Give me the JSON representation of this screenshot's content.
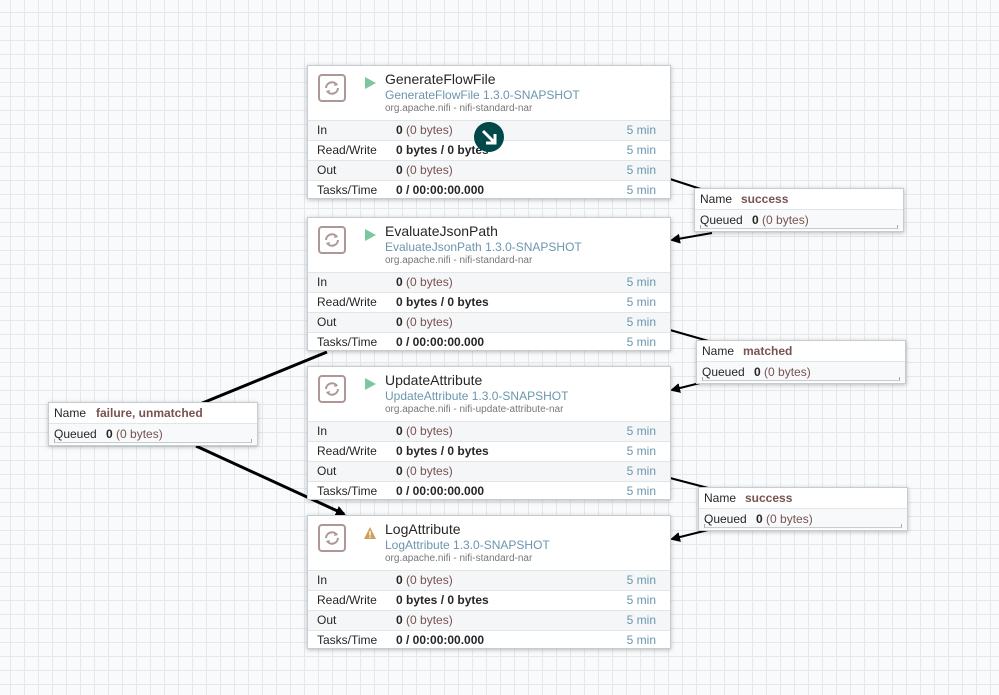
{
  "processors": [
    {
      "name": "GenerateFlowFile",
      "type": "GenerateFlowFile 1.3.0-SNAPSHOT",
      "bundle": "org.apache.nifi - nifi-standard-nar",
      "status": "running",
      "stats": {
        "in": {
          "label": "In",
          "count": "0",
          "size": "(0 bytes)",
          "time": "5 min"
        },
        "rw": {
          "label": "Read/Write",
          "value": "0 bytes / 0 bytes",
          "time": "5 min"
        },
        "out": {
          "label": "Out",
          "count": "0",
          "size": "(0 bytes)",
          "time": "5 min"
        },
        "tasks": {
          "label": "Tasks/Time",
          "value": "0 / 00:00:00.000",
          "time": "5 min"
        }
      }
    },
    {
      "name": "EvaluateJsonPath",
      "type": "EvaluateJsonPath 1.3.0-SNAPSHOT",
      "bundle": "org.apache.nifi - nifi-standard-nar",
      "status": "running",
      "stats": {
        "in": {
          "label": "In",
          "count": "0",
          "size": "(0 bytes)",
          "time": "5 min"
        },
        "rw": {
          "label": "Read/Write",
          "value": "0 bytes / 0 bytes",
          "time": "5 min"
        },
        "out": {
          "label": "Out",
          "count": "0",
          "size": "(0 bytes)",
          "time": "5 min"
        },
        "tasks": {
          "label": "Tasks/Time",
          "value": "0 / 00:00:00.000",
          "time": "5 min"
        }
      }
    },
    {
      "name": "UpdateAttribute",
      "type": "UpdateAttribute 1.3.0-SNAPSHOT",
      "bundle": "org.apache.nifi - nifi-update-attribute-nar",
      "status": "running",
      "stats": {
        "in": {
          "label": "In",
          "count": "0",
          "size": "(0 bytes)",
          "time": "5 min"
        },
        "rw": {
          "label": "Read/Write",
          "value": "0 bytes / 0 bytes",
          "time": "5 min"
        },
        "out": {
          "label": "Out",
          "count": "0",
          "size": "(0 bytes)",
          "time": "5 min"
        },
        "tasks": {
          "label": "Tasks/Time",
          "value": "0 / 00:00:00.000",
          "time": "5 min"
        }
      }
    },
    {
      "name": "LogAttribute",
      "type": "LogAttribute 1.3.0-SNAPSHOT",
      "bundle": "org.apache.nifi - nifi-standard-nar",
      "status": "invalid",
      "stats": {
        "in": {
          "label": "In",
          "count": "0",
          "size": "(0 bytes)",
          "time": "5 min"
        },
        "rw": {
          "label": "Read/Write",
          "value": "0 bytes / 0 bytes",
          "time": "5 min"
        },
        "out": {
          "label": "Out",
          "count": "0",
          "size": "(0 bytes)",
          "time": "5 min"
        },
        "tasks": {
          "label": "Tasks/Time",
          "value": "0 / 00:00:00.000",
          "time": "5 min"
        }
      }
    }
  ],
  "connections": [
    {
      "name_label": "Name",
      "name": "success",
      "queued_label": "Queued",
      "queued_count": "0",
      "queued_size": "(0 bytes)"
    },
    {
      "name_label": "Name",
      "name": "matched",
      "queued_label": "Queued",
      "queued_count": "0",
      "queued_size": "(0 bytes)"
    },
    {
      "name_label": "Name",
      "name": "failure, unmatched",
      "queued_label": "Queued",
      "queued_count": "0",
      "queued_size": "(0 bytes)"
    },
    {
      "name_label": "Name",
      "name": "success",
      "queued_label": "Queued",
      "queued_count": "0",
      "queued_size": "(0 bytes)"
    }
  ],
  "colors": {
    "running": "#7dc7a0",
    "invalid": "#cf9f5d",
    "value_accent": "#775351",
    "type_text": "#6b96ad",
    "drop_badge": "#004849"
  },
  "icons": {
    "processor": "processor-icon",
    "running": "play-icon",
    "invalid": "warning-icon",
    "drop": "drop-arrow-icon"
  }
}
